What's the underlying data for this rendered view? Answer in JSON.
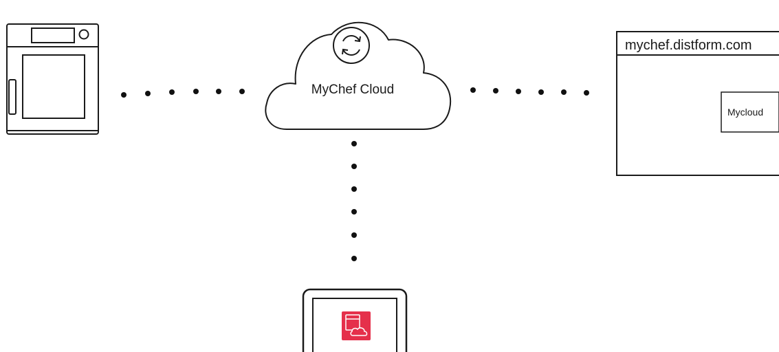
{
  "cloud": {
    "label": "MyChef Cloud"
  },
  "browser": {
    "url": "mychef.distform.com",
    "app_tile_label": "Mycloud"
  },
  "icons": {
    "oven": "oven-icon",
    "cloud": "cloud-icon",
    "sync": "sync-icon",
    "browser": "browser-window-icon",
    "tablet": "tablet-icon",
    "app": "mychef-app-icon"
  },
  "colors": {
    "stroke": "#1a1a1a",
    "dots": "#111111",
    "app_accent": "#e5304b",
    "background": "#ffffff"
  }
}
